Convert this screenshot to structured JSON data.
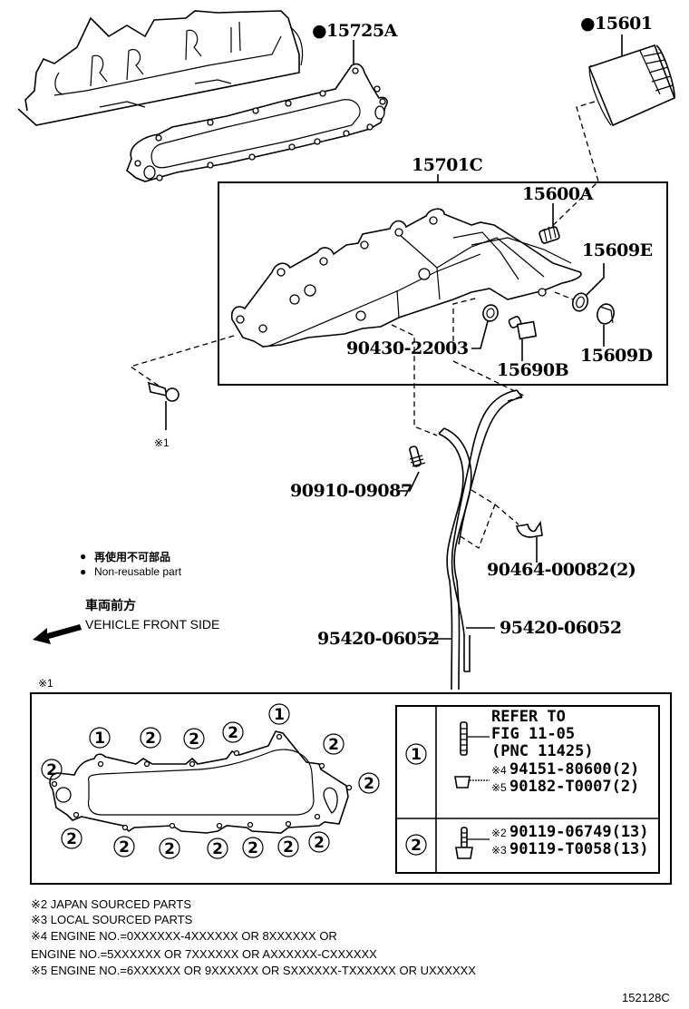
{
  "diagram": {
    "figure_id": "152128C",
    "callouts": {
      "p15725A": "15725A",
      "p15601": "15601",
      "p15701C": "15701C",
      "p15600A": "15600A",
      "p15609E": "15609E",
      "p15609D": "15609D",
      "p90430": "90430-22003",
      "p15690B": "15690B",
      "p90910": "90910-09087",
      "p90464": "90464-00082(2)",
      "p95420_left": "95420-06052",
      "p95420_right": "95420-06052",
      "note1_ref": "※1"
    },
    "non_reusable_marker": "●",
    "legend": {
      "bullet": "●",
      "jp": "再使用不可部品",
      "en": "Non-reusable part"
    },
    "direction": {
      "jp": "車両前方",
      "en": "VEHICLE FRONT SIDE"
    },
    "detail_box": {
      "title": "※1",
      "gasket_markers": [
        "②",
        "①",
        "②",
        "②",
        "②",
        "①",
        "②",
        "②",
        "②",
        "②",
        "②",
        "②",
        "②",
        "②",
        "②"
      ],
      "table": [
        {
          "key": "①",
          "lines": [
            "REFER TO",
            "FIG 11-05",
            "(PNC 11425)"
          ],
          "parts": [
            {
              "note": "※4",
              "number": "94151-80600(2)"
            },
            {
              "note": "※5",
              "number": "90182-T0007(2)"
            }
          ]
        },
        {
          "key": "②",
          "lines": [],
          "parts": [
            {
              "note": "※2",
              "number": "90119-06749(13)"
            },
            {
              "note": "※3",
              "number": "90119-T0058(13)"
            }
          ]
        }
      ]
    },
    "footnotes": [
      "※2 JAPAN SOURCED PARTS",
      "※3 LOCAL SOURCED PARTS",
      "※4 ENGINE NO.=0XXXXXX-4XXXXXX OR 8XXXXXX OR",
      "ENGINE NO.=5XXXXXX OR 7XXXXXX OR AXXXXXX-CXXXXXX",
      "※5 ENGINE NO.=6XXXXXX OR 9XXXXXX OR SXXXXXX-TXXXXXX OR UXXXXXX"
    ]
  }
}
